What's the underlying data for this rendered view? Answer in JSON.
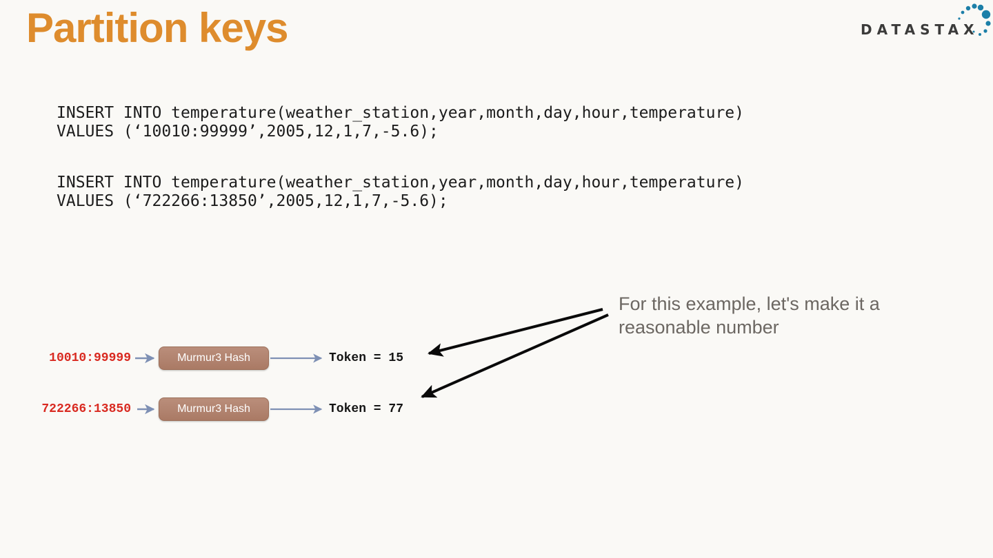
{
  "header": {
    "title": "Partition keys",
    "title_color": "#de8c2d",
    "logo_text": "DATASTAX",
    "logo_text_color": "#3b3b3a",
    "logo_dot_color": "#1c7fa8"
  },
  "code": {
    "blocks": [
      {
        "lines": [
          "INSERT INTO temperature(weather_station,year,month,day,hour,temperature)",
          "VALUES (‘10010:99999’,2005,12,1,7,-5.6);"
        ]
      },
      {
        "lines": [
          "INSERT INTO temperature(weather_station,year,month,day,hour,temperature)",
          "VALUES (‘722266:13850’,2005,12,1,7,-5.6);"
        ]
      }
    ]
  },
  "annotation": {
    "text": "For this example, let's make it a reasonable number",
    "color": "#6c6762"
  },
  "diagram": {
    "rows": [
      {
        "key": "10010:99999",
        "hash_label": "Murmur3 Hash",
        "token": "Token = 15"
      },
      {
        "key": "722266:13850",
        "hash_label": "Murmur3 Hash",
        "token": "Token = 77"
      }
    ],
    "key_color": "#d92a21",
    "box_fill": "#b08471",
    "box_border": "#9c6f59",
    "connector_arrow_color": "#7e90b4",
    "pointer_arrow_color": "#0a0a0a"
  }
}
